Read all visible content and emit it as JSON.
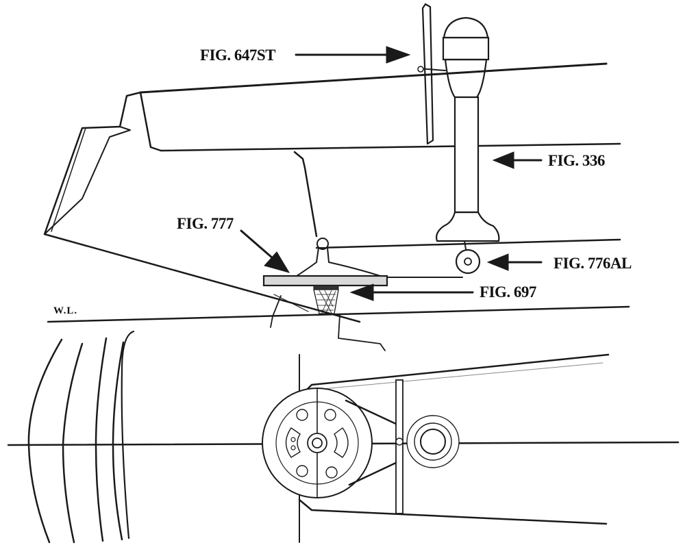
{
  "labels": {
    "fig_647st": "FIG. 647ST",
    "fig_336": "FIG. 336",
    "fig_777": "FIG. 777",
    "fig_776al": "FIG. 776AL",
    "fig_697": "FIG. 697",
    "wl": "W.L."
  },
  "colors": {
    "line": "#1a1a1a",
    "light": "#777777",
    "paper": "#ffffff"
  }
}
